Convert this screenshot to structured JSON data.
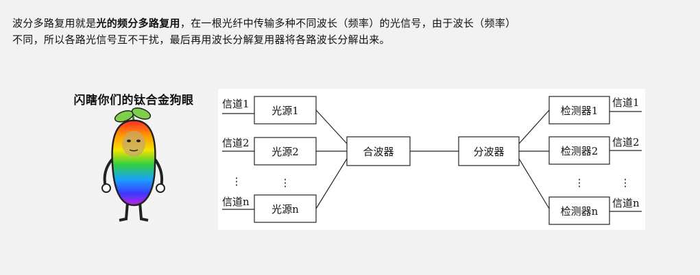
{
  "text": {
    "line1_prefix": "波分多路复用就是",
    "line1_bold": "光的频分多路复用",
    "line1_suffix": "，在一根光纤中传输多种不同波长（频率）的光信号，由于波长（频率）",
    "line2": "不同，所以各路光信号互不干扰，最后再用波长分解复用器将各路波长分解出来。"
  },
  "meme": {
    "caption": "闪瞎你们的钛合金狗眼"
  },
  "diagram": {
    "channels_left": [
      "信道1",
      "信道2",
      "信道n"
    ],
    "sources": [
      "光源1",
      "光源2",
      "光源n"
    ],
    "multiplexer": "合波器",
    "demultiplexer": "分波器",
    "detectors": [
      "检测器1",
      "检测器2",
      "检测器n"
    ],
    "channels_right": [
      "信道1",
      "信道2",
      "信道n"
    ],
    "ellipsis": "⋮"
  }
}
